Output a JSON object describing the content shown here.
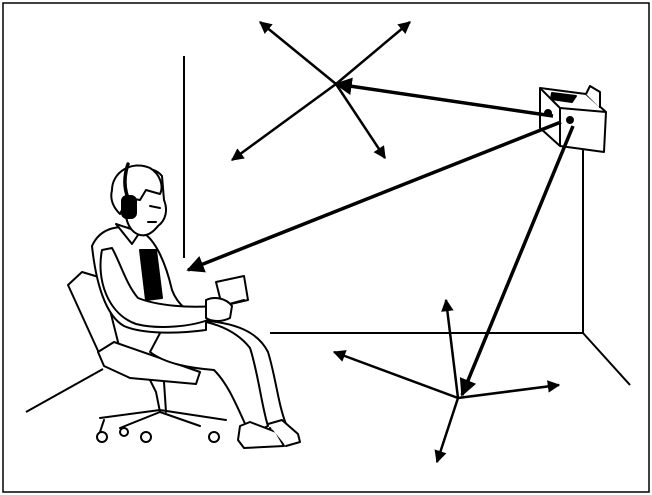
{
  "figure": {
    "caption": "",
    "colors": {
      "ink": "#000000",
      "paper": "#ffffff"
    },
    "elements": [
      "room-corner-lines",
      "wall-mounted-transmitter",
      "direct-signal-ray",
      "reflected-signal-rays",
      "scatter-points",
      "seated-listener-with-headphones",
      "office-chair"
    ]
  }
}
